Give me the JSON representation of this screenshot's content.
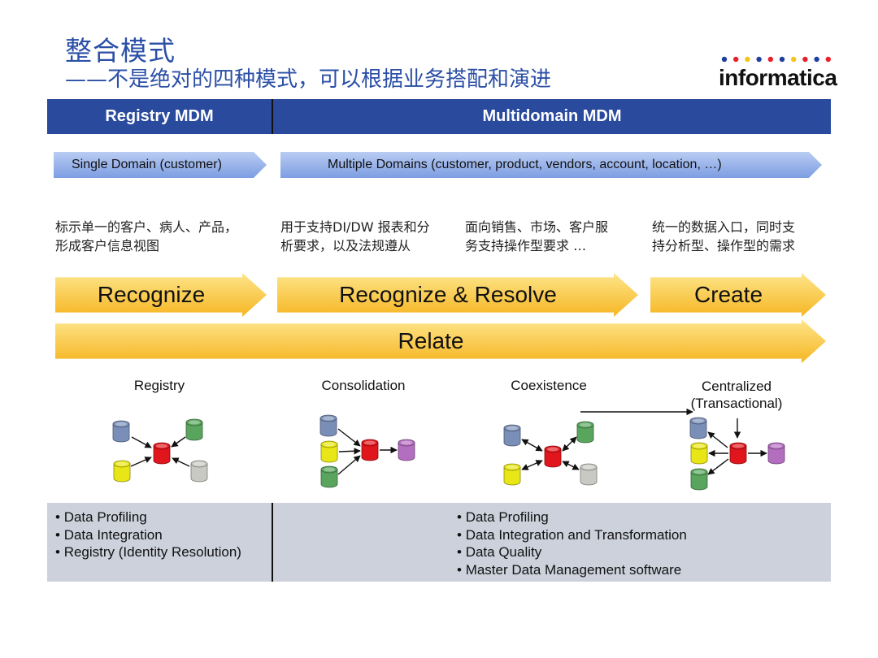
{
  "title": "整合模式",
  "subtitle": "——不是绝对的四种模式，可以根据业务搭配和演进",
  "logo": {
    "text": "informatica",
    "dot_colors": [
      "#1f3fa0",
      "#e8202a",
      "#f3c51a",
      "#1f3fa0",
      "#e8202a",
      "#1f3fa0",
      "#f3c51a",
      "#e8202a",
      "#1f3fa0",
      "#e8202a"
    ]
  },
  "headers": {
    "left": "Registry MDM",
    "right": "Multidomain MDM"
  },
  "domains": {
    "single": "Single Domain (customer)",
    "multiple": "Multiple Domains (customer, product, vendors, account, location, …)"
  },
  "descriptions": {
    "d1": [
      "标示单一的客户、病人、产品，",
      "形成客户信息视图"
    ],
    "d2": [
      "用于支持DI/DW 报表和分",
      "析要求，以及法规遵从"
    ],
    "d3": [
      "面向销售、市场、客户服",
      "务支持操作型要求 …"
    ],
    "d4": [
      "统一的数据入口，同时支",
      "持分析型、操作型的需求"
    ]
  },
  "stages": {
    "recognize": "Recognize",
    "resolve": "Recognize & Resolve",
    "create": "Create",
    "relate": "Relate"
  },
  "styles": {
    "registry": "Registry",
    "consolidation": "Consolidation",
    "coexistence": "Coexistence",
    "centralized_1": "Centralized",
    "centralized_2": "(Transactional)"
  },
  "db_colors": {
    "blue": "#7a8fb8",
    "green": "#5aa55e",
    "yellow": "#e8e616",
    "gray": "#c9c9c4",
    "red": "#e0161c",
    "purple": "#b46ec0"
  },
  "bottom": {
    "left": [
      "Data Profiling",
      "Data Integration",
      "Registry (Identity Resolution)"
    ],
    "right": [
      "Data Profiling",
      "Data Integration and Transformation",
      "Data Quality",
      "Master Data Management software"
    ]
  }
}
